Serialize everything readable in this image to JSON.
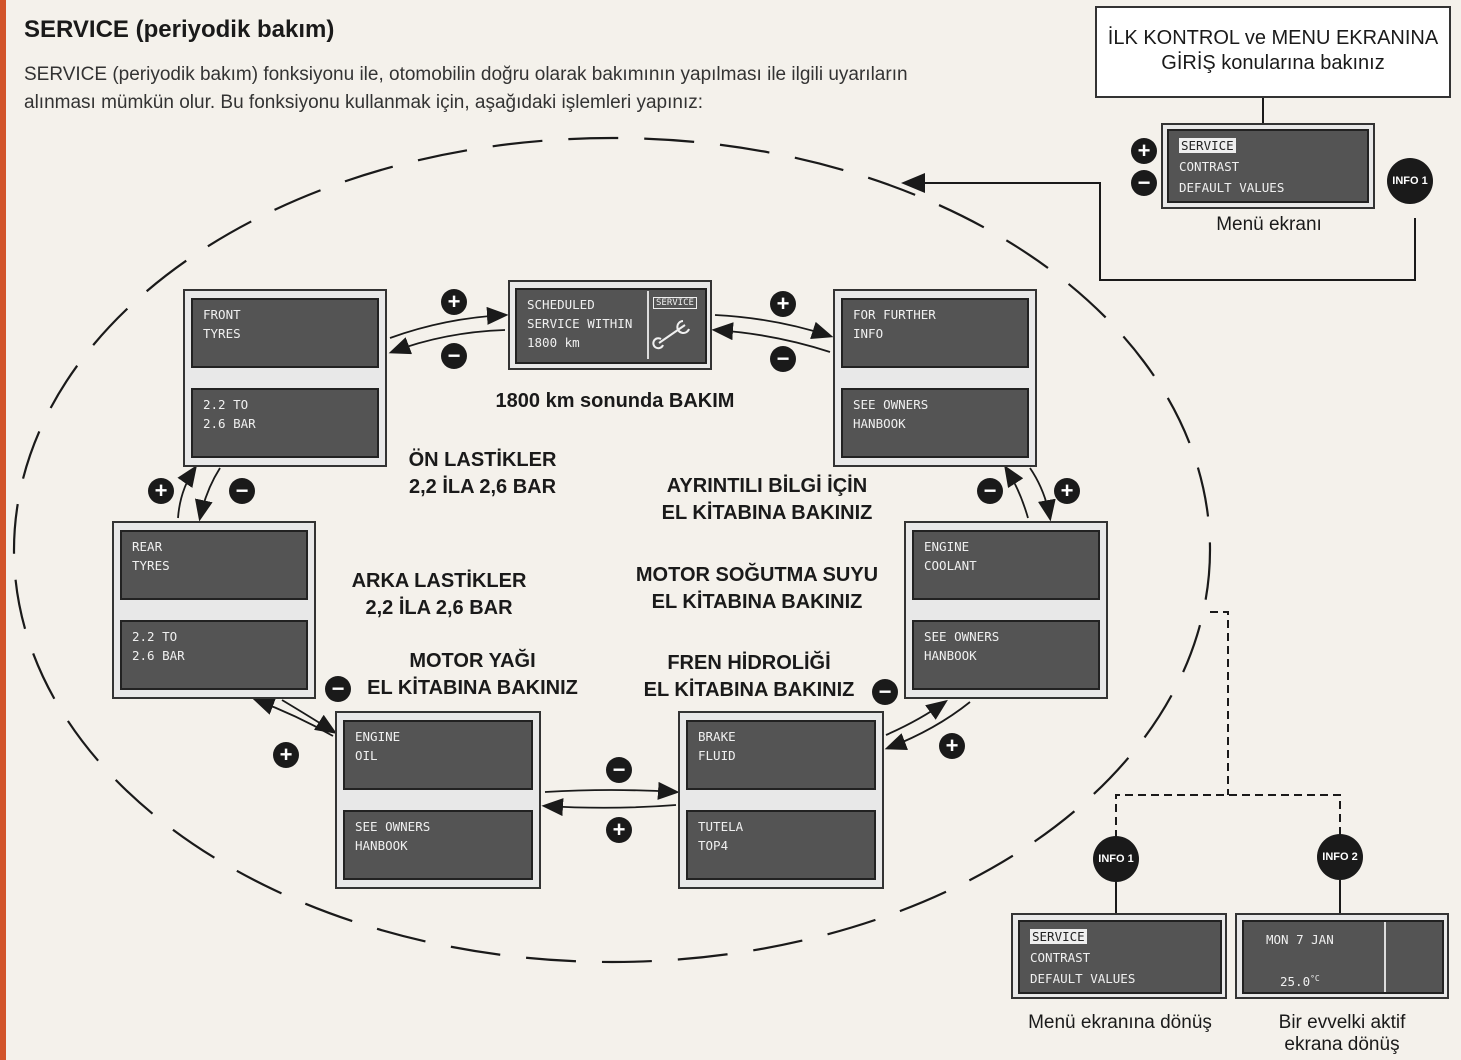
{
  "title": "SERVICE (periyodik bakım)",
  "intro_line1": "SERVICE (periyodik bakım) fonksiyonu ile, otomobilin doğru olarak bakımının yapılması ile ilgili uyarıların",
  "intro_line2": "alınması mümkün olur. Bu fonksiyonu kullanmak için, aşağıdaki işlemleri yapınız:",
  "ref_box": {
    "line1": "İLK KONTROL ve MENU EKRANINA",
    "line2": "GİRİŞ konularına bakınız"
  },
  "menu_screen": {
    "items": [
      "SERVICE",
      "CONTRAST",
      "DEFAULT VALUES"
    ],
    "caption": "Menü ekranı"
  },
  "scheduled": {
    "lines": "SCHEDULED\nSERVICE WITHIN\n1800 km",
    "icon_label": "SERVICE",
    "caption": "1800 km sonunda BAKIM"
  },
  "front": {
    "top": "FRONT\nTYRES",
    "bottom": "2.2 TO\n2.6 BAR",
    "caption1": "ÖN LASTİKLER",
    "caption2": "2,2 İLA 2,6 BAR"
  },
  "further": {
    "top": "FOR FURTHER\nINFO",
    "bottom": "SEE OWNERS\nHANBOOK",
    "caption1": "AYRINTILI BİLGİ İÇİN",
    "caption2": "EL KİTABINA BAKINIZ"
  },
  "rear": {
    "top": "REAR\nTYRES",
    "bottom": "2.2 TO\n2.6 BAR",
    "caption1": "ARKA LASTİKLER",
    "caption2": "2,2 İLA 2,6 BAR"
  },
  "coolant": {
    "top": "ENGINE\nCOOLANT",
    "bottom": "SEE OWNERS\nHANBOOK",
    "caption1": "MOTOR SOĞUTMA SUYU",
    "caption2": "EL KİTABINA BAKINIZ"
  },
  "oil": {
    "top": "ENGINE\nOIL",
    "bottom": "SEE OWNERS\nHANBOOK",
    "caption1": "MOTOR YAĞI",
    "caption2": "EL KİTABINA BAKINIZ"
  },
  "brake": {
    "top": "BRAKE\nFLUID",
    "bottom": "TUTELA\nTOP4",
    "caption1": "FREN HİDROLİĞİ",
    "caption2": "EL KİTABINA BAKINIZ"
  },
  "buttons": {
    "plus": "+",
    "minus": "−",
    "info1": "INFO 1",
    "info2": "INFO 2"
  },
  "return_menu": {
    "items": [
      "SERVICE",
      "CONTRAST",
      "DEFAULT VALUES"
    ],
    "caption": "Menü ekranına dönüş"
  },
  "return_prev": {
    "date": "MON 7 JAN",
    "temp": "25.0",
    "unit": "°C",
    "caption1": "Bir evvelki aktif",
    "caption2": "ekrana dönüş"
  }
}
